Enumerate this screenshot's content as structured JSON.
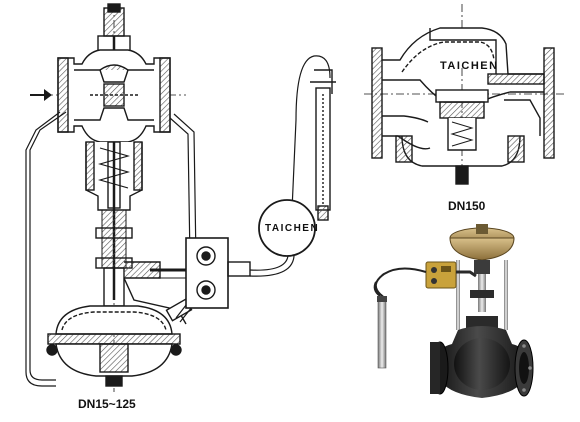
{
  "figure": {
    "left_diagram": {
      "caption": "DN15~125",
      "sensor_label": "TAICHEN"
    },
    "top_right_diagram": {
      "body_label": "TAICHEN",
      "caption": "DN150"
    },
    "photo": {}
  },
  "colors": {
    "line": "#1a1a1a",
    "hatch": "#555555",
    "valve_body": "#2b2b2b",
    "actuator_cap": "#b79a5a",
    "junction_box": "#c9a23b",
    "sensor_bulb": "#e8e8e8"
  }
}
